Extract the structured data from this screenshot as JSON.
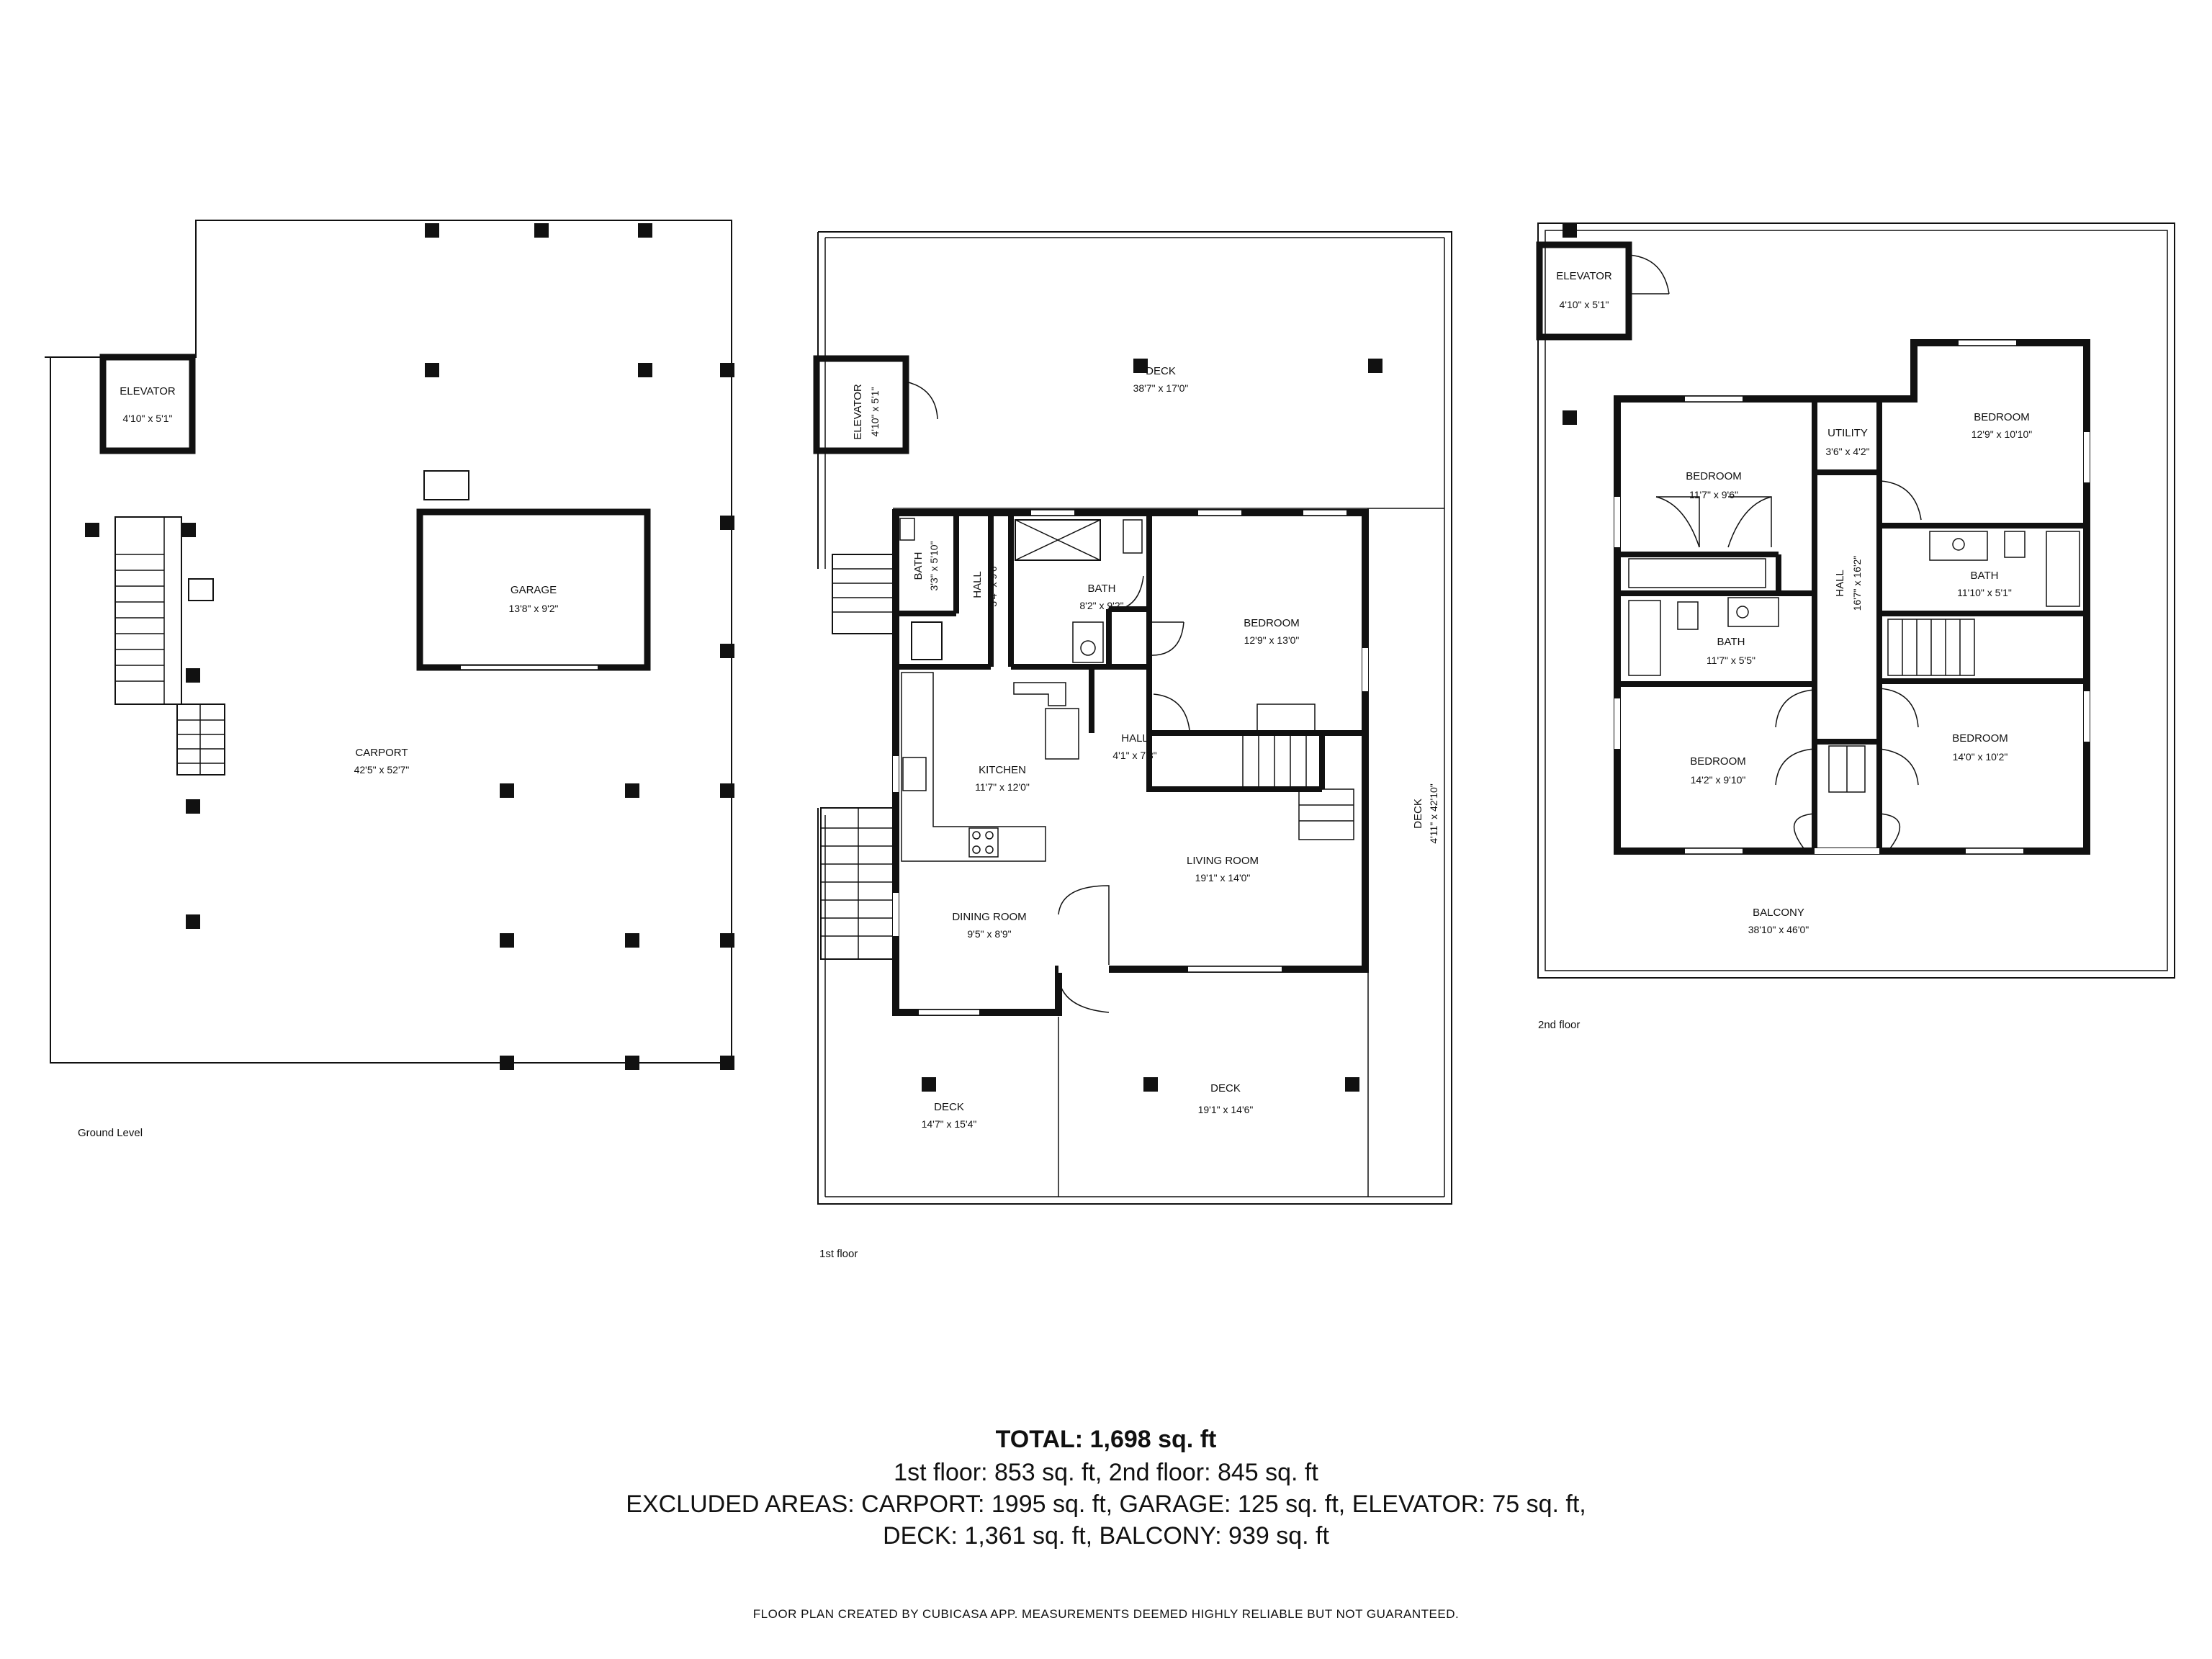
{
  "floors": {
    "ground": {
      "label": "Ground Level",
      "rooms": {
        "elevator": {
          "name": "ELEVATOR",
          "dim": "4'10\" x 5'1\""
        },
        "garage": {
          "name": "GARAGE",
          "dim": "13'8\" x 9'2\""
        },
        "carport": {
          "name": "CARPORT",
          "dim": "42'5\" x 52'7\""
        }
      }
    },
    "first": {
      "label": "1st floor",
      "rooms": {
        "deck_top": {
          "name": "DECK",
          "dim": "38'7\" x 17'0\""
        },
        "elevator": {
          "name": "ELEVATOR",
          "dim": "4'10\" x 5'1\""
        },
        "bath_small": {
          "name": "BATH",
          "dim": "3'3\" x 5'10\""
        },
        "hall_small": {
          "name": "HALL",
          "dim": "3'4\" x 9'6\""
        },
        "bath": {
          "name": "BATH",
          "dim": "8'2\" x 9'2\""
        },
        "bedroom": {
          "name": "BEDROOM",
          "dim": "12'9\" x 13'0\""
        },
        "kitchen": {
          "name": "KITCHEN",
          "dim": "11'7\" x 12'0\""
        },
        "hall": {
          "name": "HALL",
          "dim": "4'1\" x 7'8\""
        },
        "deck_right": {
          "name": "DECK",
          "dim": "4'11\" x 42'10\""
        },
        "living": {
          "name": "LIVING ROOM",
          "dim": "19'1\" x 14'0\""
        },
        "dining": {
          "name": "DINING ROOM",
          "dim": "9'5\" x 8'9\""
        },
        "deck_bl": {
          "name": "DECK",
          "dim": "14'7\" x 15'4\""
        },
        "deck_br": {
          "name": "DECK",
          "dim": "19'1\" x 14'6\""
        }
      }
    },
    "second": {
      "label": "2nd floor",
      "rooms": {
        "elevator": {
          "name": "ELEVATOR",
          "dim": "4'10\" x 5'1\""
        },
        "bedroom_tl": {
          "name": "BEDROOM",
          "dim": "11'7\" x 9'6\""
        },
        "utility": {
          "name": "UTILITY",
          "dim": "3'6\" x 4'2\""
        },
        "bedroom_tr": {
          "name": "BEDROOM",
          "dim": "12'9\" x 10'10\""
        },
        "hall": {
          "name": "HALL",
          "dim": "16'7\" x 16'2\""
        },
        "bath_r": {
          "name": "BATH",
          "dim": "11'10\" x 5'1\""
        },
        "bath_l": {
          "name": "BATH",
          "dim": "11'7\" x 5'5\""
        },
        "bedroom_bl": {
          "name": "BEDROOM",
          "dim": "14'2\" x 9'10\""
        },
        "bedroom_br": {
          "name": "BEDROOM",
          "dim": "14'0\" x 10'2\""
        },
        "balcony": {
          "name": "BALCONY",
          "dim": "38'10\" x 46'0\""
        }
      }
    }
  },
  "summary": {
    "total_label": "TOTAL:",
    "total_value": "1,698 sq. ft",
    "line1": "1st floor: 853 sq. ft, 2nd floor: 845 sq. ft",
    "line2": "EXCLUDED AREAS: CARPORT: 1995 sq. ft, GARAGE: 125 sq. ft, ELEVATOR: 75 sq. ft,",
    "line3": "DECK: 1,361 sq. ft, BALCONY: 939 sq. ft"
  },
  "disclaimer": "FLOOR PLAN CREATED BY CUBICASA APP. MEASUREMENTS DEEMED HIGHLY RELIABLE BUT NOT GUARANTEED."
}
